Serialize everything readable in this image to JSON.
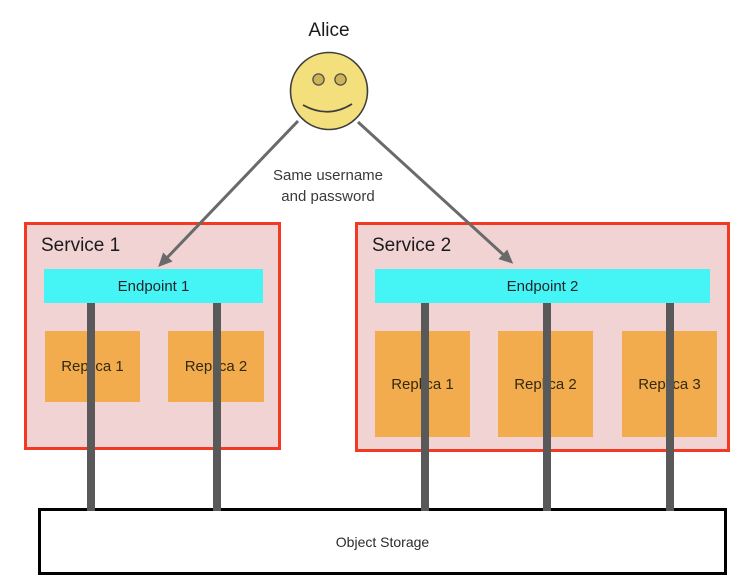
{
  "alice": {
    "label": "Alice"
  },
  "annotation": {
    "line1": "Same username",
    "line2": "and password"
  },
  "services": [
    {
      "label": "Service 1",
      "endpoint": {
        "label": "Endpoint 1"
      },
      "replicas": [
        {
          "label": "Replica 1"
        },
        {
          "label": "Replica 2"
        }
      ]
    },
    {
      "label": "Service 2",
      "endpoint": {
        "label": "Endpoint 2"
      },
      "replicas": [
        {
          "label": "Replica 1"
        },
        {
          "label": "Replica 2"
        },
        {
          "label": "Replica 3"
        }
      ]
    }
  ],
  "storage": {
    "label": "Object Storage"
  },
  "icons": {
    "user": "smiley-face-icon",
    "arrows": [
      "arrow-to-endpoint-1",
      "arrow-to-endpoint-2"
    ]
  },
  "colors": {
    "service_fill": "#F2D3D3",
    "service_border": "#F23A22",
    "endpoint_fill": "#45F5F5",
    "replica_fill": "#F2AC4E",
    "face_fill": "#F3E07C",
    "face_eye_fill": "#CDB258",
    "connector_gray": "#595959",
    "arrow_gray": "#6A6A6A",
    "storage_border": "#000000",
    "background": "#FFFFFF"
  }
}
